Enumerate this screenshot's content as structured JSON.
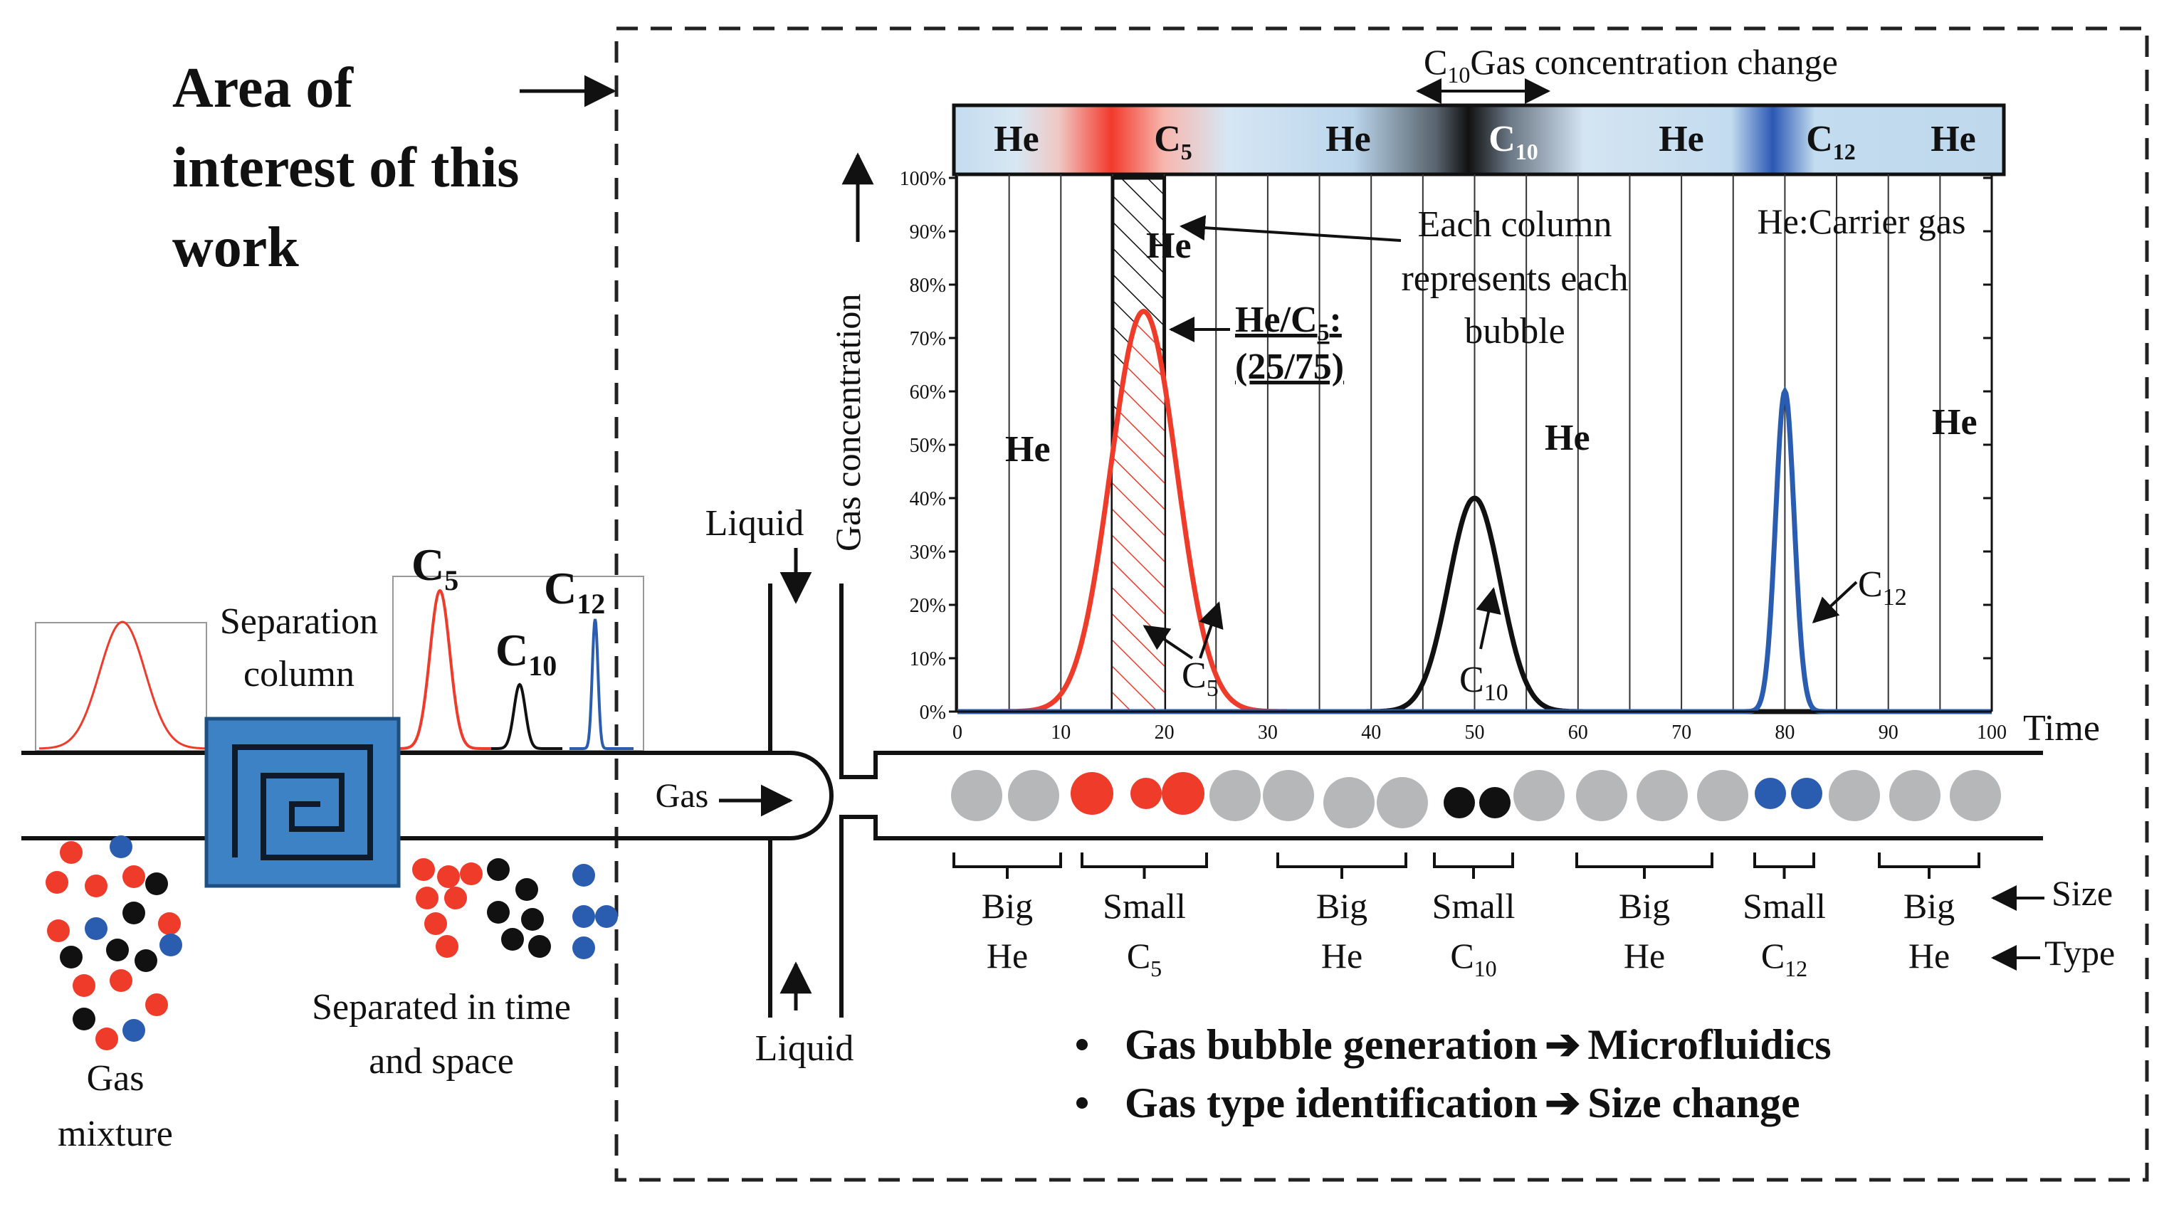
{
  "area_title": [
    "Area of",
    "interest of this",
    "work"
  ],
  "left": {
    "separation_column": [
      "Separation",
      "column"
    ],
    "separated": [
      "Separated in time",
      "and space"
    ],
    "gas_mixture": [
      "Gas",
      "mixture"
    ],
    "peak_labels": {
      "c5": "C",
      "c5_sub": "5",
      "c10": "C",
      "c10_sub": "10",
      "c12": "C",
      "c12_sub": "12"
    }
  },
  "junction": {
    "liquid_top": "Liquid",
    "liquid_bottom": "Liquid",
    "gas": "Gas"
  },
  "band": {
    "segments": [
      {
        "label": "He",
        "sub": ""
      },
      {
        "label": "C",
        "sub": "5"
      },
      {
        "label": "He",
        "sub": ""
      },
      {
        "label": "C",
        "sub": "10"
      },
      {
        "label": "He",
        "sub": ""
      },
      {
        "label": "C",
        "sub": "12"
      },
      {
        "label": "He",
        "sub": ""
      }
    ],
    "change_label": "Gas concentration change",
    "change_c": "C",
    "change_sub": "10"
  },
  "annotations": {
    "each_column": [
      "Each column",
      "represents each",
      "bubble"
    ],
    "carrier": "He:Carrier gas",
    "hatched_he": "He",
    "ratio": [
      "He/C",
      "5",
      ":",
      "(25/75)"
    ],
    "he_labels": [
      "He",
      "He",
      "He"
    ],
    "c5_pointer": "C",
    "c5_pointer_sub": "5",
    "c10_pointer": "C",
    "c10_pointer_sub": "10",
    "c12_pointer": "C",
    "c12_pointer_sub": "12"
  },
  "chart_data": {
    "type": "line",
    "ylabel": "Gas concentration",
    "xlabel": "Time",
    "xlim": [
      0,
      100
    ],
    "ylim": [
      0,
      100
    ],
    "x_ticks": [
      "0",
      "10",
      "20",
      "30",
      "40",
      "50",
      "60",
      "70",
      "80",
      "90",
      "100"
    ],
    "y_ticks": [
      "0%",
      "10%",
      "20%",
      "30%",
      "40%",
      "50%",
      "60%",
      "70%",
      "80%",
      "90%",
      "100%"
    ],
    "bubble_column_boundaries": [
      0,
      5,
      10,
      15,
      20,
      25,
      30,
      35,
      40,
      45,
      50,
      55,
      60,
      65,
      70,
      75,
      80,
      85,
      90,
      95,
      100
    ],
    "hatched_column": [
      15,
      20
    ],
    "series": [
      {
        "name": "C5",
        "color": "#ee3b2a",
        "peak_x": 18,
        "peak_y": 75,
        "sigma": 3.2
      },
      {
        "name": "C10",
        "color": "#111111",
        "peak_x": 50,
        "peak_y": 40,
        "sigma": 2.5
      },
      {
        "name": "C12",
        "color": "#2a5db0",
        "peak_x": 80,
        "peak_y": 60,
        "sigma": 0.9
      }
    ]
  },
  "bubbles": [
    {
      "type": "he"
    },
    {
      "type": "he"
    },
    {
      "type": "c5"
    },
    {
      "type": "c5",
      "small": true
    },
    {
      "type": "c5"
    },
    {
      "type": "he"
    },
    {
      "type": "he"
    },
    {
      "type": "he"
    },
    {
      "type": "he"
    },
    {
      "type": "c10"
    },
    {
      "type": "c10"
    },
    {
      "type": "he"
    },
    {
      "type": "he"
    },
    {
      "type": "he"
    },
    {
      "type": "he"
    },
    {
      "type": "c12"
    },
    {
      "type": "c12"
    },
    {
      "type": "he"
    },
    {
      "type": "he"
    },
    {
      "type": "he"
    }
  ],
  "groups": [
    {
      "size": "Big",
      "type": "He",
      "sub": ""
    },
    {
      "size": "Small",
      "type": "C",
      "sub": "5"
    },
    {
      "size": "Big",
      "type": "He",
      "sub": ""
    },
    {
      "size": "Small",
      "type": "C",
      "sub": "10"
    },
    {
      "size": "Big",
      "type": "He",
      "sub": ""
    },
    {
      "size": "Small",
      "type": "C",
      "sub": "12"
    },
    {
      "size": "Big",
      "type": "He",
      "sub": ""
    }
  ],
  "legend_size": "Size",
  "legend_type": "Type",
  "bullets": [
    {
      "left": "Gas bubble generation",
      "right": "Microfluidics"
    },
    {
      "left": "Gas type identification",
      "right": "Size change"
    }
  ],
  "colors": {
    "he": "#b5b7b9",
    "c5": "#ee3b2a",
    "c10": "#111111",
    "c12": "#2a5db0",
    "column": "#3d82c4"
  }
}
